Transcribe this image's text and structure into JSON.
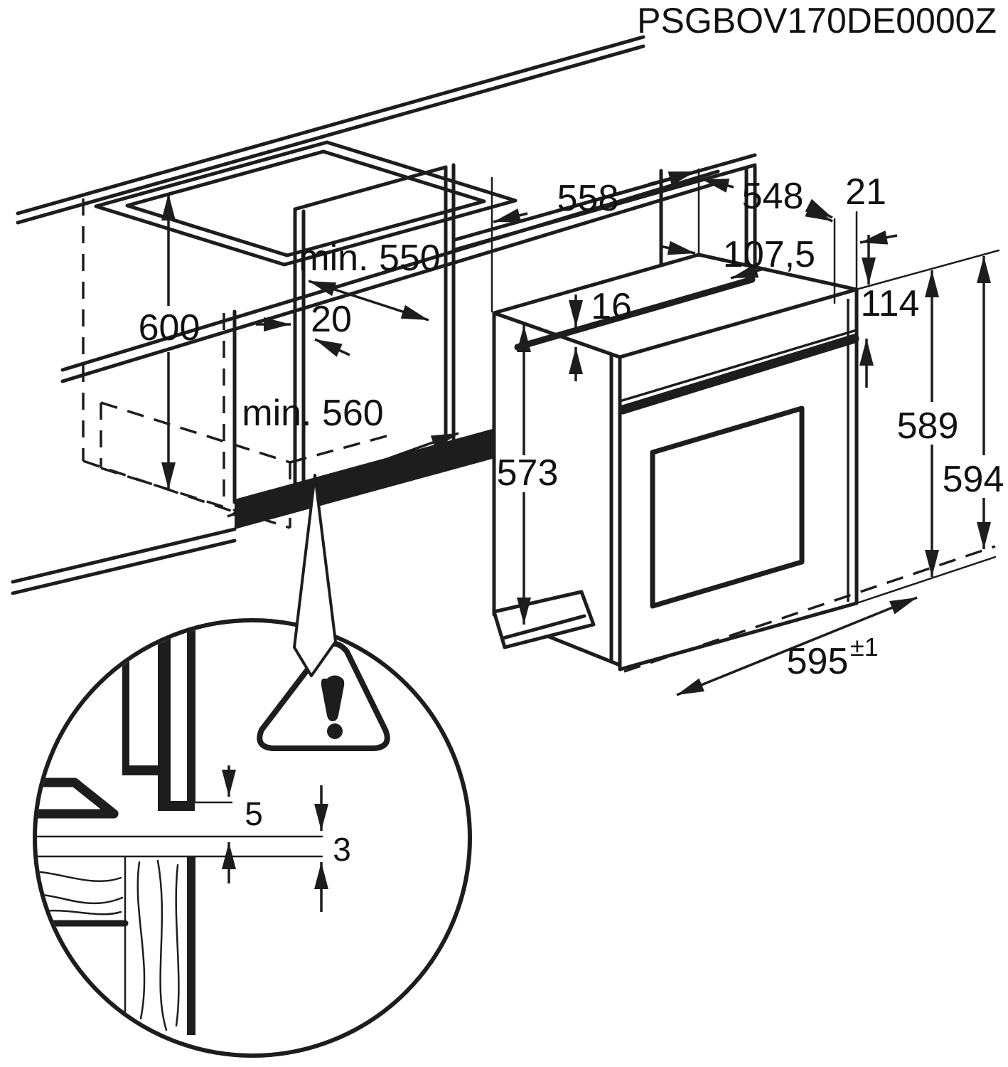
{
  "title": "PSGBOV170DE0000Z",
  "diagram_type": "built-in oven installation dimensions",
  "unit": "mm",
  "dims": {
    "cabinet_height": "600",
    "niche_depth": "min. 550",
    "rear_gap": "20",
    "niche_width": "min. 560",
    "body_depth": "558",
    "top_depth": "548",
    "frame_overhang": "21",
    "inset_depth": "107,5",
    "top_lip": "16",
    "panel_height": "114",
    "body_height": "573",
    "front_height": "589",
    "total_height": "594",
    "front_width": "595",
    "front_width_tol": "±1",
    "detail_gap_upper": "5",
    "detail_gap_lower": "3"
  },
  "icons": {
    "warning": "warning-triangle-exclamation"
  },
  "colors": {
    "line": "#1d1d1d",
    "background": "#ffffff"
  }
}
